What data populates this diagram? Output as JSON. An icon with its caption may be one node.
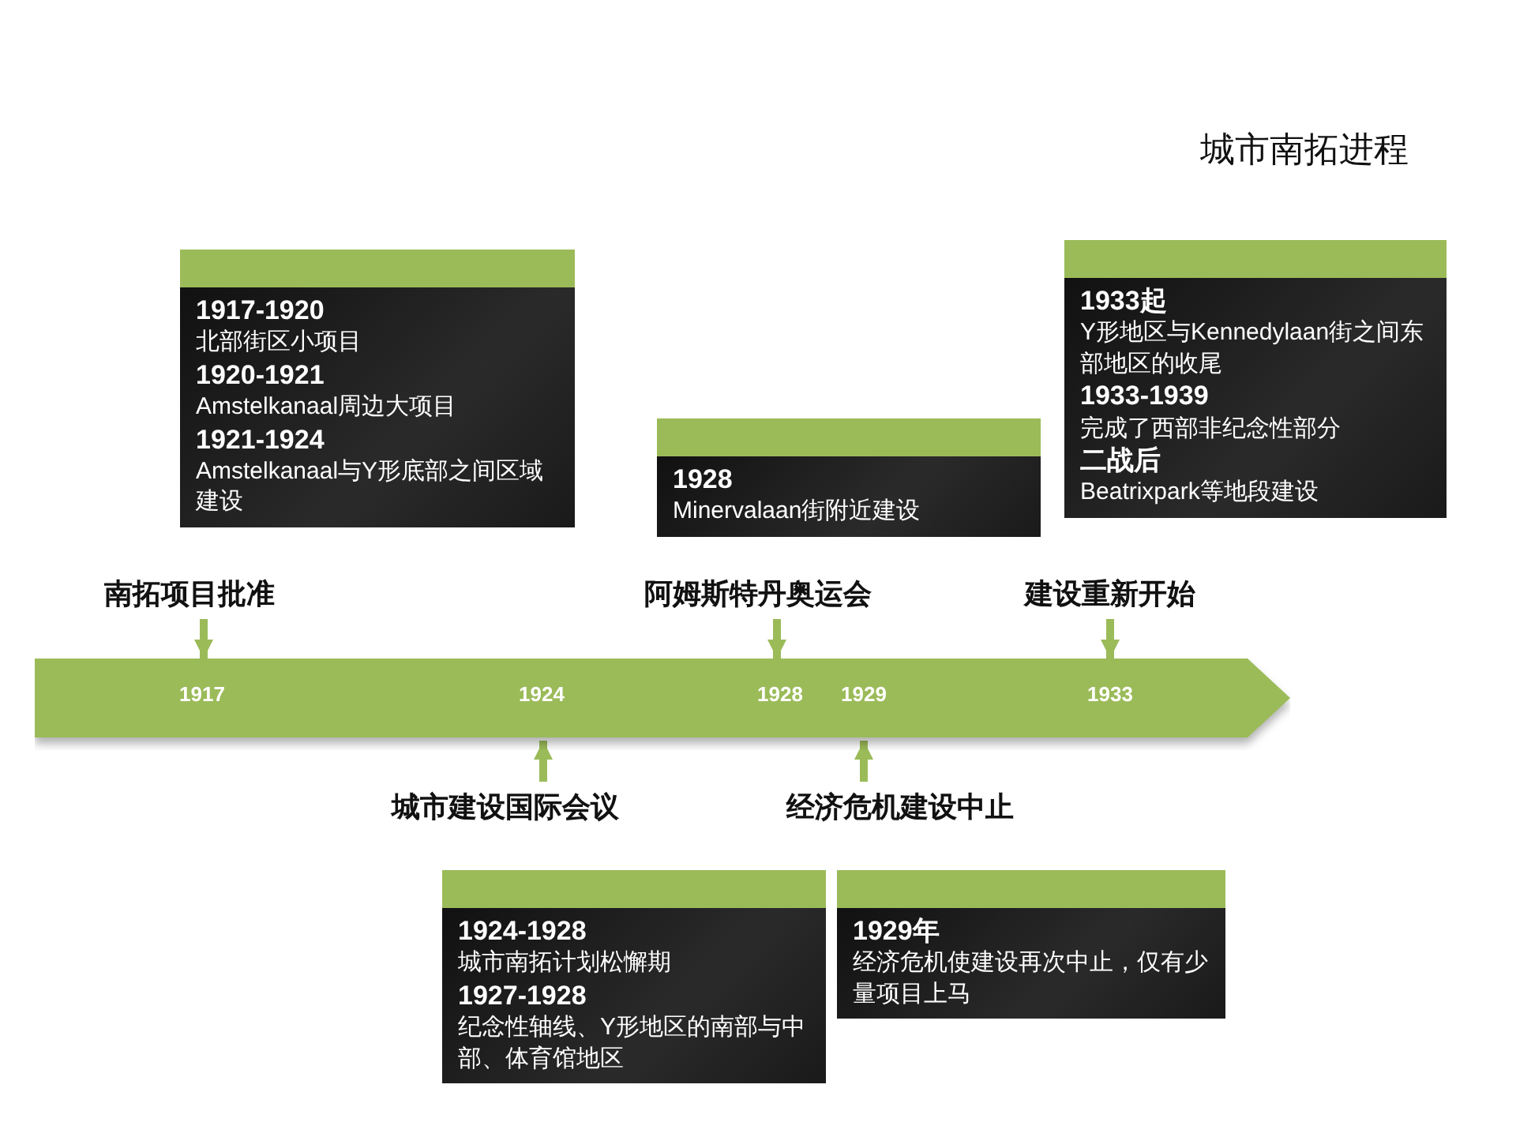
{
  "diagram": {
    "title": "城市南拓进程",
    "nodes": [
      {
        "text": [
          "1917-1920",
          "北部街区小项目",
          "1920-1921",
          "Amstelkanaal周边大项目",
          "1921-1924",
          "Amstelkanaal与Y形底部之间区域建设"
        ]
      },
      {
        "text": [
          "1928",
          "Minervalaan街附近建设"
        ]
      },
      {
        "text": [
          "1933起",
          "Y形地区与Kennedylaan街之间东部地区的收尾",
          "1933-1939",
          "完成了西部非纪念性部分",
          "二战后",
          "Beatrixpark等地段建设"
        ]
      },
      {
        "text": [
          "南拓项目批准"
        ]
      },
      {
        "text": [
          "阿姆斯特丹奥运会"
        ]
      },
      {
        "text": [
          "建设重新开始"
        ]
      },
      {
        "text": [
          "1917",
          "1924",
          "1928",
          "1929",
          "1933"
        ]
      },
      {
        "text": [
          "城市建设国际会议"
        ]
      },
      {
        "text": [
          "经济危机建设中止"
        ]
      },
      {
        "text": [
          "1924-1928",
          "城市南拓计划松懈期",
          "1927-1928",
          "纪念性轴线、Y形地区的南部与中部、体育馆地区"
        ]
      },
      {
        "text": [
          "1929年",
          "经济危机使建设再次中止，仅有少量项目上马"
        ]
      }
    ],
    "edges": [
      {
        "from": 3,
        "to": 6,
        "arrow": "to"
      },
      {
        "from": 4,
        "to": 6,
        "arrow": "to"
      },
      {
        "from": 5,
        "to": 6,
        "arrow": "to"
      },
      {
        "from": 7,
        "to": 6,
        "arrow": "to"
      },
      {
        "from": 8,
        "to": 6,
        "arrow": "to"
      }
    ]
  }
}
